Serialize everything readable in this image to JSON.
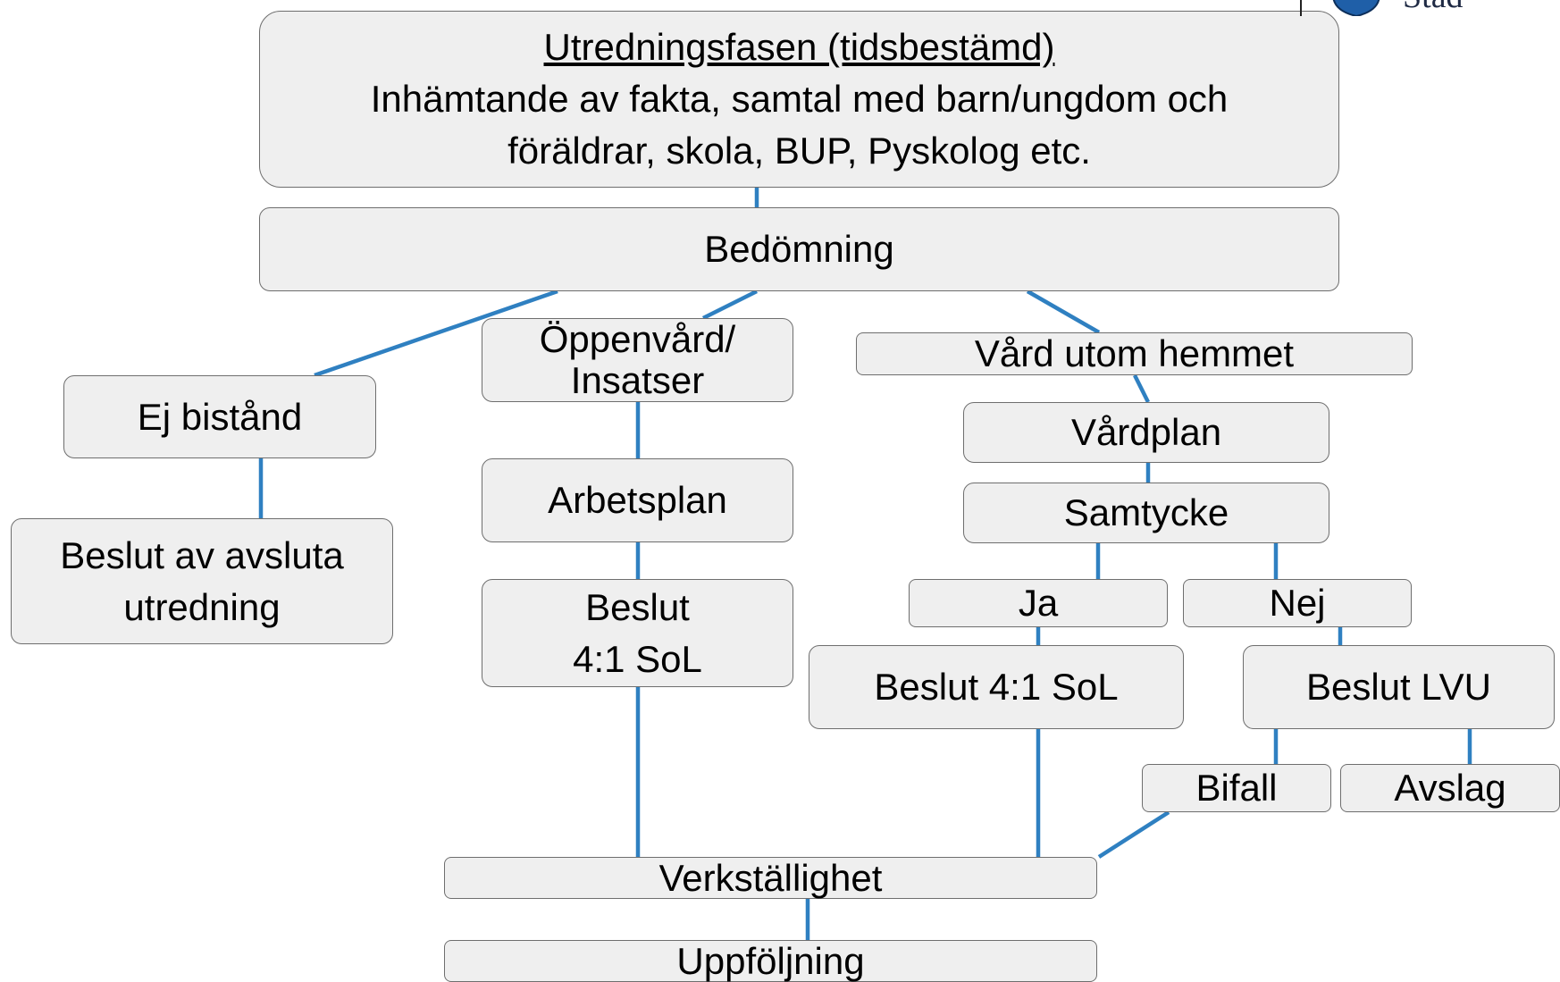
{
  "logo": {
    "text": "Stad"
  },
  "nodes": {
    "utredning": {
      "title": "Utredningsfasen (tidsbestämd)",
      "body": "Inhämtande av fakta, samtal med barn/ungdom och\nföräldrar, skola, BUP, Pyskolog etc."
    },
    "bedomning": "Bedömning",
    "ej_bistand": "Ej bistånd",
    "beslut_avsluta": "Beslut av avsluta\nutredning",
    "oppenvard": "Öppenvård/\nInsatser",
    "arbetsplan": "Arbetsplan",
    "beslut_4_1_sol_left": "Beslut\n4:1 SoL",
    "vard_utom_hemmet": "Vård utom hemmet",
    "vardplan": "Vårdplan",
    "samtycke": "Samtycke",
    "ja": "Ja",
    "nej": "Nej",
    "beslut_4_1_sol_right": "Beslut 4:1 SoL",
    "beslut_lvu": "Beslut LVU",
    "bifall": "Bifall",
    "avslag": "Avslag",
    "verkstallighet": "Verkställighet",
    "uppfoljning": "Uppföljning"
  },
  "colors": {
    "box_fill": "#efefef",
    "box_border": "#6e6e6e",
    "connector": "#2f80c1"
  }
}
